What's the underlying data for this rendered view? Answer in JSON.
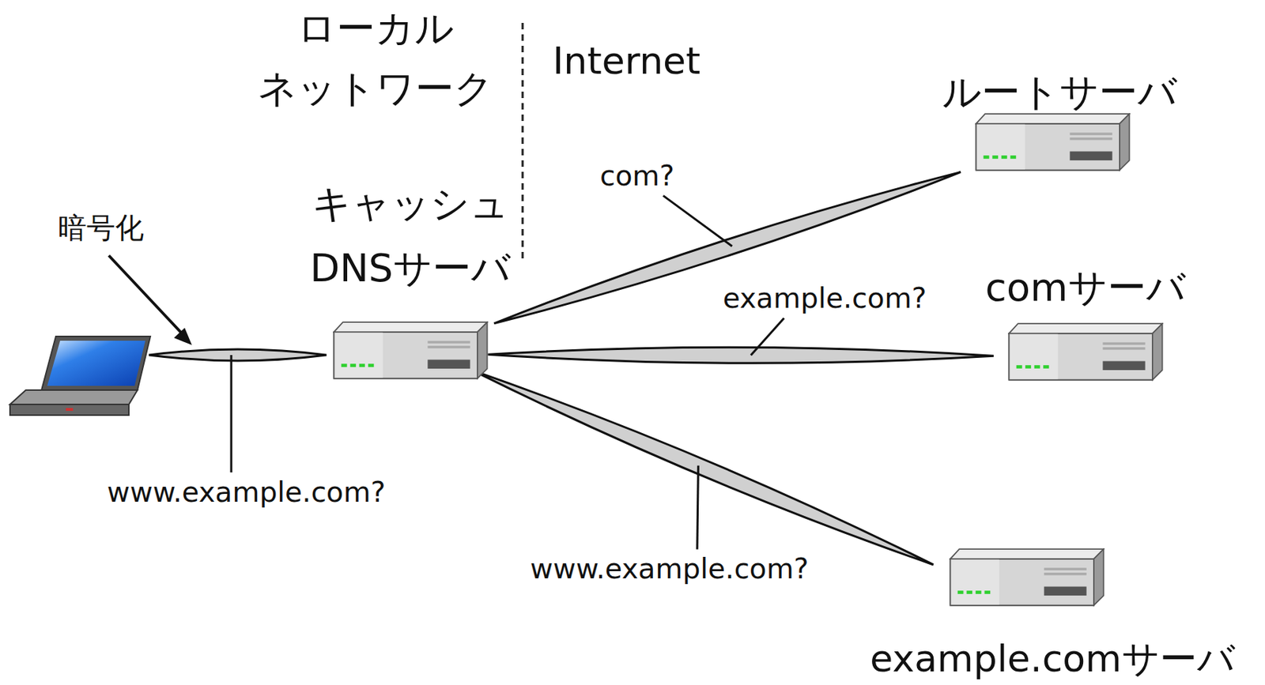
{
  "diagram": {
    "nodes": [
      {
        "text": [
          "キャッシュ DNSサーバ"
        ]
      },
      {
        "text": [
          "ルートサーバ"
        ]
      },
      {
        "text": [
          "comサーバ"
        ]
      },
      {
        "text": [
          "example.comサーバ"
        ]
      }
    ],
    "edges": [
      {
        "from": 0,
        "to": 1,
        "arrow": "none",
        "label": "com?"
      },
      {
        "from": 0,
        "to": 2,
        "arrow": "none",
        "label": "example.com?"
      },
      {
        "from": 0,
        "to": 3,
        "arrow": "none",
        "label": "www.example.com?"
      }
    ],
    "labels": [
      "ローカル ネットワーク",
      "Internet",
      "暗号化",
      "www.example.com?"
    ]
  }
}
